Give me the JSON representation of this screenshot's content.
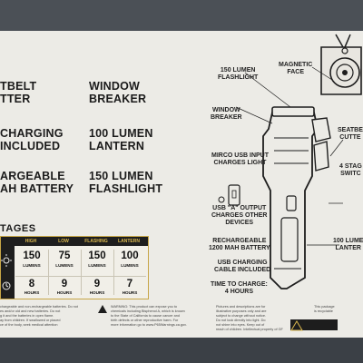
{
  "features": {
    "seatbelt_cutter": [
      "TBELT",
      "TTER"
    ],
    "window_breaker": [
      "WINDOW",
      "BREAKER"
    ],
    "usb_charging": [
      "CHARGING",
      "INCLUDED"
    ],
    "lantern": [
      "100 LUMEN",
      "LANTERN"
    ],
    "battery": [
      "ARGEABLE",
      "AH BATTERY"
    ],
    "flashlight": [
      "150 LUMEN",
      "FLASHLIGHT"
    ]
  },
  "stages": {
    "title": "TAGES",
    "headers": [
      "HIGH",
      "LOW",
      "FLASHING",
      "LANTERN"
    ],
    "lumens": [
      "150",
      "75",
      "150",
      "100"
    ],
    "lumens_unit": "LUMENS",
    "hours": [
      "8",
      "9",
      "9",
      "7"
    ],
    "hours_unit": "HOURS"
  },
  "callouts": {
    "flashlight": [
      "150 LUMEN",
      "FLASHLIGHT"
    ],
    "magnetic": [
      "MAGNETIC",
      "FACE"
    ],
    "window_breaker": [
      "WINDOW",
      "BREAKER"
    ],
    "seatbelt": [
      "SEATBE",
      "CUTTE"
    ],
    "micro_usb": [
      "MIRCO USB INPUT",
      "CHARGES LIGHT"
    ],
    "switch": [
      "4 STAG",
      "SWITC"
    ],
    "usb_a": [
      "USB \"A\" OUTPUT",
      "CHARGES OTHER",
      "DEVICES"
    ],
    "battery": [
      "RECHARGEABLE",
      "1200 MAH BATTERY"
    ],
    "lantern": [
      "100 LUME",
      "LANTER"
    ],
    "cable": [
      "USB CHARGING",
      "CABLE INCLUDED"
    ],
    "charge_time": [
      "TIME TO CHARGE:",
      "4 HOURS"
    ]
  },
  "fine_print": {
    "left": [
      "chargeable and non-rechargeable batteries. Do not",
      "es and/or old and new batteries. Do not",
      "g it and the batteries in open flame.",
      "ay from children. If swallowed or placed",
      "ce of the body, seek medical attention"
    ],
    "warning": [
      "WARNING: This product can expose you to",
      "chemicals including Bisphenol A, which is known",
      "to the State of California to cause cancer and",
      "birth defects or other reproductive harm. For",
      "more information go to www.P65Warnings.ca.gov."
    ],
    "pictures": [
      "Pictures and descriptions are for",
      "illustrative purposes only and are",
      "subject to change without notice.",
      "Do not look directly into light. Do",
      "not shine into eyes. Keep out of",
      "reach of children. Intellectual property of GF"
    ],
    "package": [
      "This package",
      "is recyclable"
    ]
  },
  "colors": {
    "gold": "#c7a646",
    "box": "#ecebe6",
    "ink": "#1b1b1b"
  }
}
